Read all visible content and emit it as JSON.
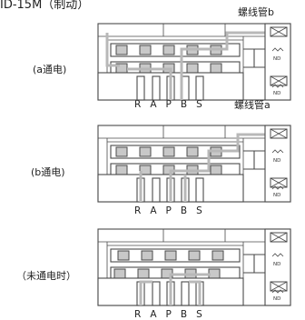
{
  "heading": "ID-15M（制动）",
  "coil_b_label": "螺线管b",
  "coil_a_label": "螺线管a",
  "states": [
    {
      "label": "(a通电)"
    },
    {
      "label": "(b通电)"
    },
    {
      "label": "（未通电时）"
    }
  ],
  "ports": [
    "R",
    "A",
    "P",
    "B",
    "S"
  ],
  "solenoid_tag": "ND"
}
